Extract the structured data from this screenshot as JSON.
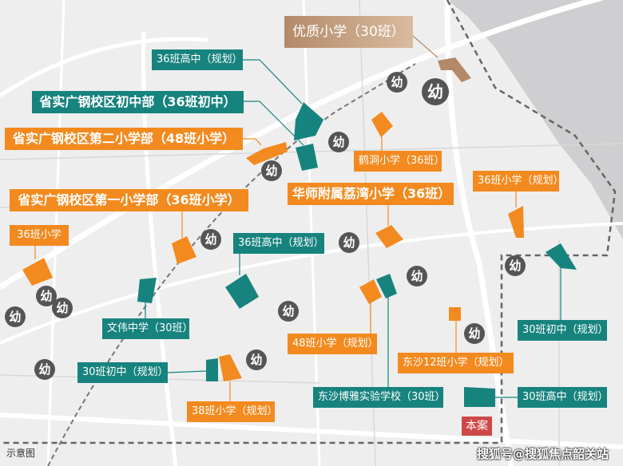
{
  "labels": {
    "youzhi": "优质小学（30班）",
    "gaozhong36_a": "36班高中（规划）",
    "chuzhong_shengshi": "省实广钢校区初中部（36班初中）",
    "xiaoxue2": "省实广钢校区第二小学部（48班小学）",
    "xiaoxue1": "省实广钢校区第一小学部（36班小学）",
    "xiaoxue36": "36班小学",
    "hedong": "鹤洞小学（36班）",
    "huashi": "华师附属荔湾小学（36班）",
    "xiaoxue36_plan": "36班小学（规划）",
    "gaozhong36_b": "36班高中（规划）",
    "wenwei": "文伟中学（30班）",
    "xiaoxue48_plan": "48班小学（规划）",
    "dongsha_boya": "东沙博雅实验学校（30班）",
    "dongsha12": "东沙12班小学（规划）",
    "chuzhong30_east": "30班初中（规划）",
    "gaozhong30": "30班高中（规划）",
    "chuzhong30_west": "30班初中（规划）",
    "xiaoxue38": "38班小学（规划）"
  },
  "kindergarten_label": "幼",
  "project_label": "本案",
  "note": "示意图",
  "watermark": "搜狐号@搜狐焦点韶关站",
  "colors": {
    "teal": "#17837e",
    "orange": "#f38a1f",
    "tan": "#b38a69",
    "project": "#cf4848"
  }
}
